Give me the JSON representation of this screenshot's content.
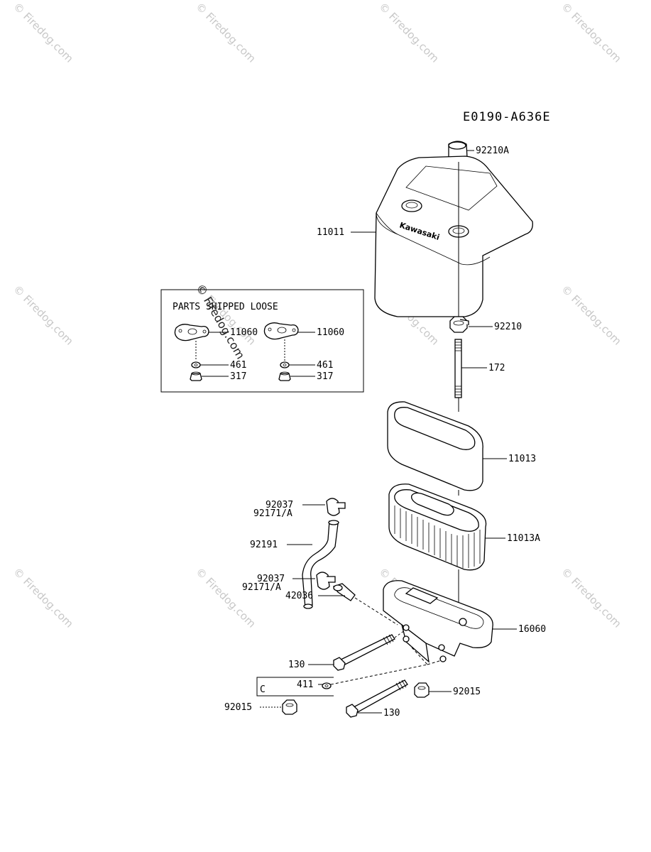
{
  "diagram_code": "E0190-A636E",
  "loose_box_title": "PARTS SHIPPED LOOSE",
  "brand_logo_text": "Kawasaki",
  "watermark_text": "© Firedog.com",
  "labels": {
    "p92210A": "92210A",
    "p11011": "11011",
    "p92210": "92210",
    "p172": "172",
    "p11013": "11013",
    "p11013A": "11013A",
    "p16060": "16060",
    "p92037a": "92037",
    "p92171a": "92171/A",
    "p92191": "92191",
    "p92037b": "92037",
    "p92171b": "92171/A",
    "p42036": "42036",
    "p130a": "130",
    "p411": "411",
    "pC": "C",
    "p92015a": "92015",
    "p92015b": "92015",
    "p130b": "130",
    "loose_11060_left": "11060",
    "loose_461_left": "461",
    "loose_317_left": "317",
    "loose_11060_right": "11060",
    "loose_461_right": "461",
    "loose_317_right": "317"
  }
}
